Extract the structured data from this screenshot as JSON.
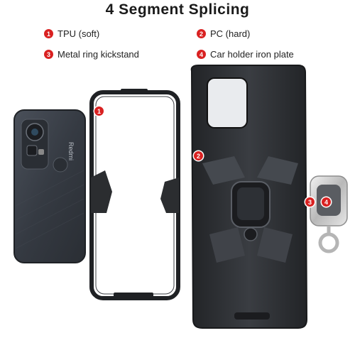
{
  "title": "4 Segment Splicing",
  "legend": [
    {
      "num": "1",
      "label": "TPU (soft)"
    },
    {
      "num": "2",
      "label": "PC (hard)"
    },
    {
      "num": "3",
      "label": "Metal ring kickstand"
    },
    {
      "num": "4",
      "label": "Car holder iron plate"
    }
  ],
  "phone": {
    "brand": "Redmi"
  },
  "markers": [
    "1",
    "2",
    "3",
    "4"
  ],
  "colors": {
    "accent": "#d92121",
    "phone_body": "#3a3f47",
    "case_dark": "#2b2d30",
    "ring_metal": "#c9c9c9"
  }
}
